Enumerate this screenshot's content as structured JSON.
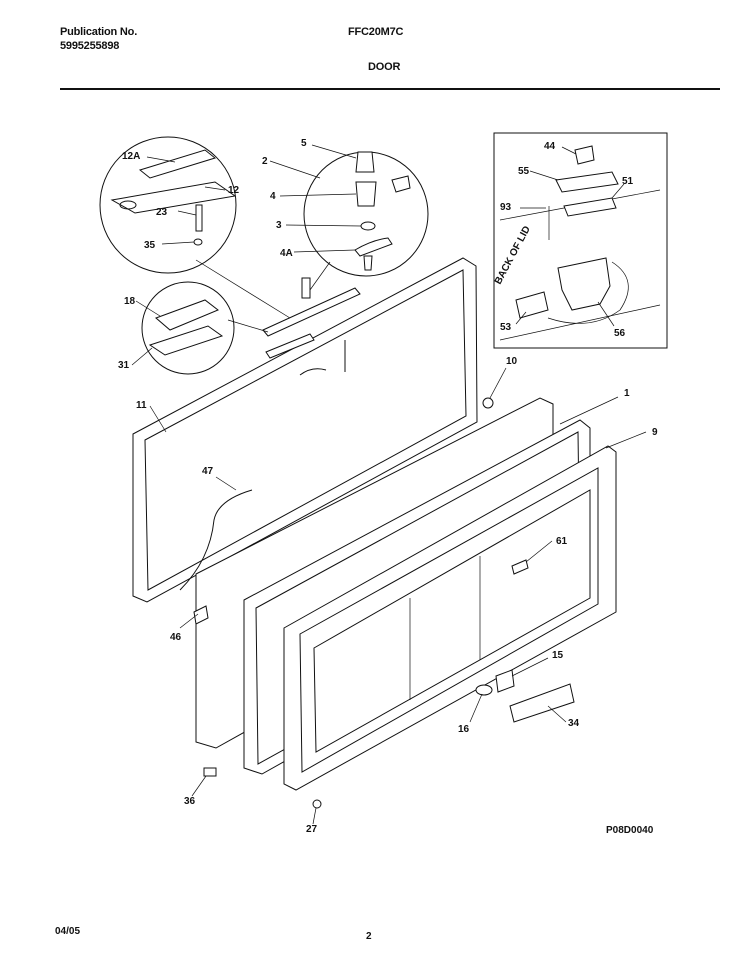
{
  "header": {
    "publication_label": "Publication No.",
    "publication_number": "5995255898",
    "model": "FFC20M7C",
    "section": "DOOR"
  },
  "diagram": {
    "code": "P08D0040",
    "callouts": [
      "12A",
      "12",
      "23",
      "35",
      "2",
      "5",
      "4",
      "3",
      "4A",
      "18",
      "31",
      "11",
      "47",
      "46",
      "10",
      "1",
      "9",
      "61",
      "15",
      "16",
      "34",
      "36",
      "27",
      "44",
      "55",
      "51",
      "93",
      "53",
      "56"
    ],
    "panel_text": "BACK OF LID"
  },
  "footer": {
    "date": "04/05",
    "page": "2"
  }
}
